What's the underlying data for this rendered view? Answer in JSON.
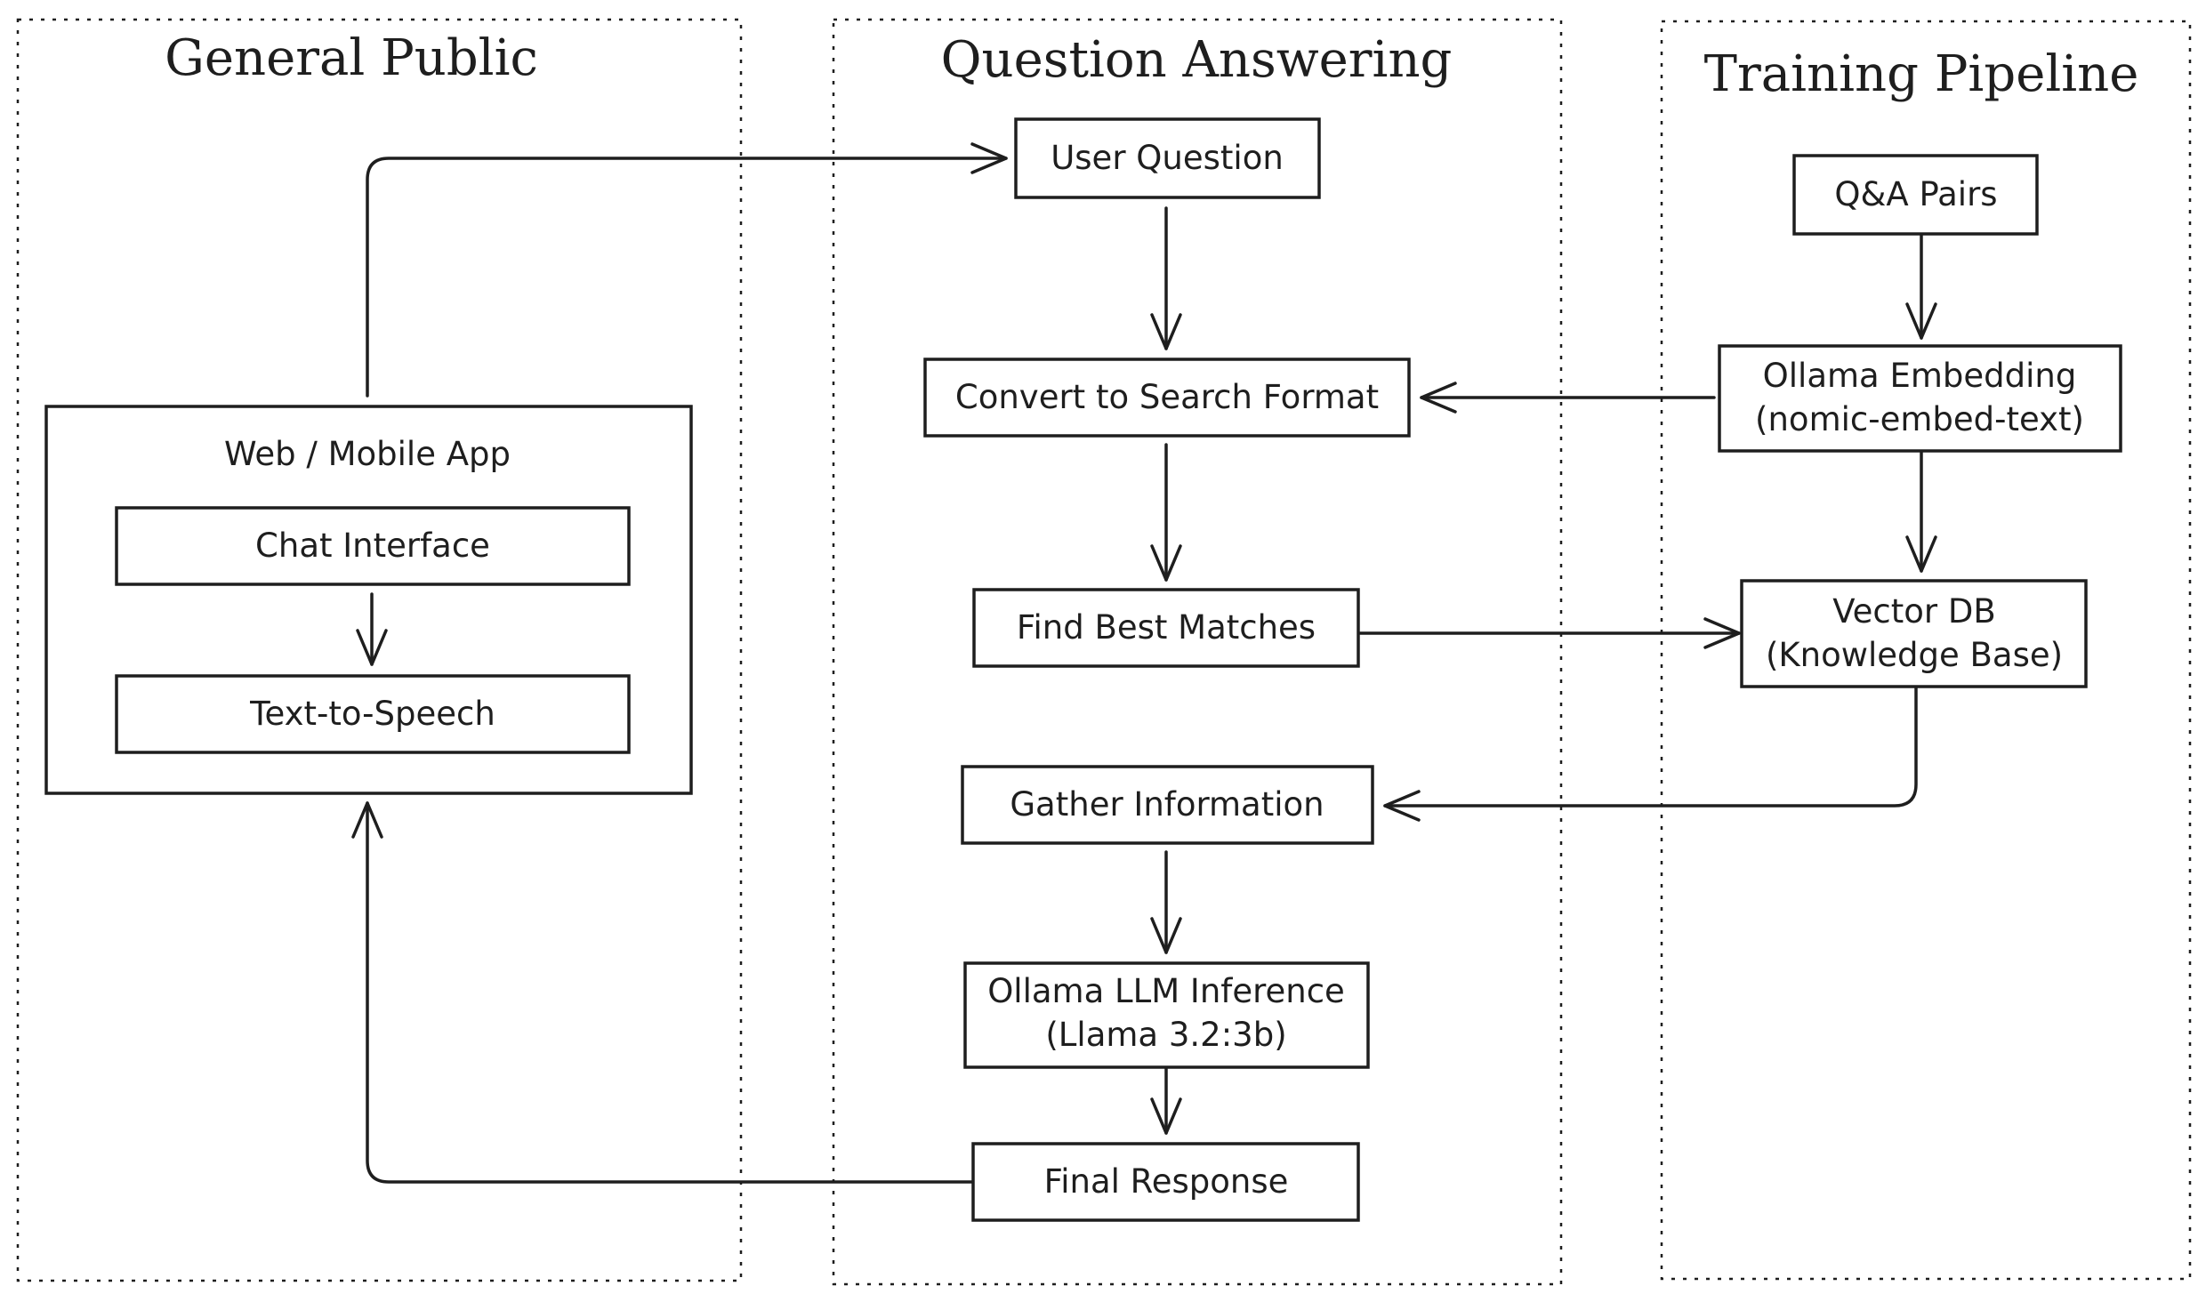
{
  "lanes": {
    "general_public": "General Public",
    "question_answering": "Question Answering",
    "training_pipeline": "Training Pipeline"
  },
  "nodes": {
    "web_mobile_app": "Web / Mobile App",
    "chat_interface": "Chat Interface",
    "text_to_speech": "Text-to-Speech",
    "user_question": "User Question",
    "convert_to_search_format": "Convert to Search Format",
    "find_best_matches": "Find Best Matches",
    "gather_information": "Gather Information",
    "ollama_llm_inference": {
      "line1": "Ollama LLM Inference",
      "line2": "(Llama 3.2:3b)"
    },
    "final_response": "Final Response",
    "qa_pairs": "Q&A Pairs",
    "ollama_embedding": {
      "line1": "Ollama Embedding",
      "line2": "(nomic-embed-text)"
    },
    "vector_db": {
      "line1": "Vector DB",
      "line2": "(Knowledge Base)"
    }
  }
}
